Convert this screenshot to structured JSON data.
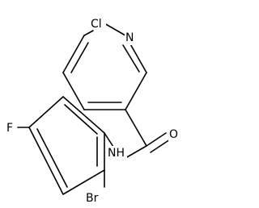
{
  "molecule": {
    "atom_labels": {
      "chlorine": "Cl",
      "pyridine_nitrogen": "N",
      "carbonyl_oxygen": "O",
      "amide_nitrogen": "NH",
      "fluorine": "F",
      "bromine": "Br"
    }
  }
}
